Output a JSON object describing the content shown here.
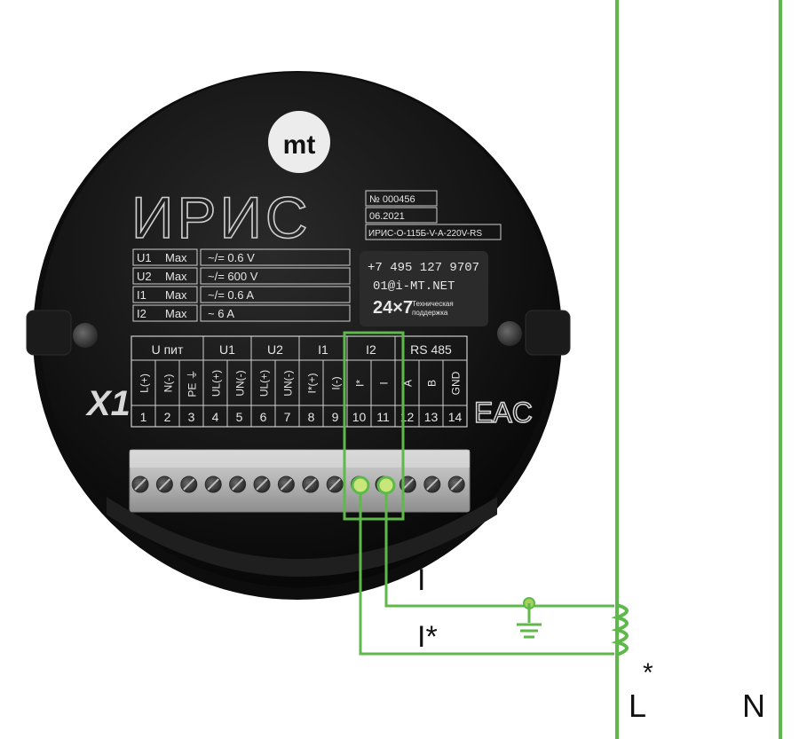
{
  "colors": {
    "wire": "#5fb84a",
    "device_body": "#141414",
    "panel_line": "#cfcfcf",
    "terminal_block": "#b9b9b9",
    "highlight": "#5fb84a"
  },
  "device": {
    "logo": "mt",
    "brand": "ИРИС",
    "serial": "№ 000456",
    "date": "06.2021",
    "model": "ИРИС-О-115Б-V-A-220V-RS",
    "phone": "+7 495 127 9707",
    "email": "01@i-MT.NET",
    "support_big": "24×7",
    "support_line1": "Техническая",
    "support_line2": "поддержка",
    "x1_label": "X1",
    "eac_label": "EAC"
  },
  "ratings": [
    {
      "name": "U1",
      "max": "Max",
      "value": "~/= 0.6 V"
    },
    {
      "name": "U2",
      "max": "Max",
      "value": "~/= 600 V"
    },
    {
      "name": "I1",
      "max": "Max",
      "value": "~/= 0.6 A"
    },
    {
      "name": "I2",
      "max": "Max",
      "value": "~ 6 A"
    }
  ],
  "groups": [
    {
      "label": "U пит",
      "span": 3
    },
    {
      "label": "U1",
      "span": 2
    },
    {
      "label": "U2",
      "span": 2
    },
    {
      "label": "I1",
      "span": 2
    },
    {
      "label": "I2",
      "span": 2
    },
    {
      "label": "RS 485",
      "span": 3
    }
  ],
  "terminals": [
    {
      "num": "1",
      "sig": "L(+)"
    },
    {
      "num": "2",
      "sig": "N(-)"
    },
    {
      "num": "3",
      "sig": "PE ⏚"
    },
    {
      "num": "4",
      "sig": "UL(+)"
    },
    {
      "num": "5",
      "sig": "UN(-)"
    },
    {
      "num": "6",
      "sig": "UL(+)"
    },
    {
      "num": "7",
      "sig": "UN(-)"
    },
    {
      "num": "8",
      "sig": "I*(+)"
    },
    {
      "num": "9",
      "sig": "I(-)"
    },
    {
      "num": "10",
      "sig": "I*"
    },
    {
      "num": "11",
      "sig": "I"
    },
    {
      "num": "12",
      "sig": "A"
    },
    {
      "num": "13",
      "sig": "B"
    },
    {
      "num": "14",
      "sig": "GND"
    }
  ],
  "wiring": {
    "wire_i": "I",
    "wire_istar": "I*",
    "line_l": "L",
    "line_l_star": "*",
    "line_n": "N"
  }
}
